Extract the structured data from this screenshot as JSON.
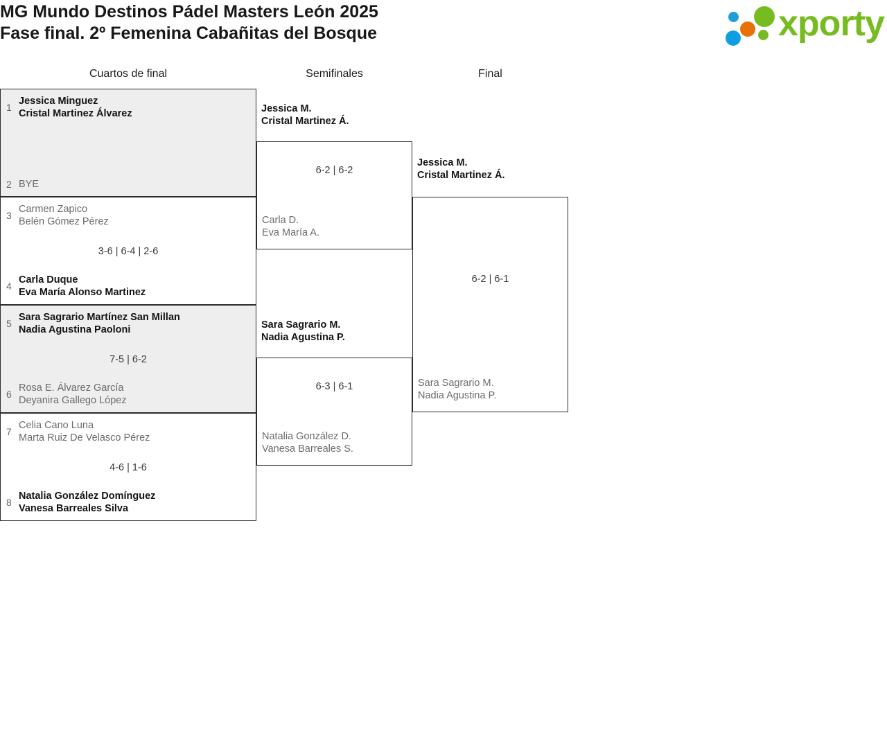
{
  "header": {
    "title_line1": "MG Mundo Destinos Pádel Masters León 2025",
    "title_line2": "Fase final. 2º Femenina Cabañitas del Bosque",
    "brand": "xporty",
    "brand_colors": {
      "green": "#76bc21",
      "blue": "#0f9ee0",
      "orange": "#e8710a"
    }
  },
  "rounds": [
    {
      "label": "Cuartos de final"
    },
    {
      "label": "Semifinales"
    },
    {
      "label": "Final"
    }
  ],
  "quarterfinals": [
    {
      "shaded": true,
      "top": {
        "seed": "1",
        "name1": "Jessica Minguez",
        "name2": "Cristal Martinez Álvarez",
        "winner": true
      },
      "bottom": {
        "seed": "2",
        "name1": "BYE",
        "name2": "",
        "winner": false
      },
      "score": ""
    },
    {
      "shaded": false,
      "top": {
        "seed": "3",
        "name1": "Carmen Zapico",
        "name2": "Belén Gómez Pérez",
        "winner": false
      },
      "bottom": {
        "seed": "4",
        "name1": "Carla Duque",
        "name2": "Eva María Alonso Martinez",
        "winner": true
      },
      "score": "3-6 | 6-4 | 2-6"
    },
    {
      "shaded": true,
      "top": {
        "seed": "5",
        "name1": "Sara Sagrario Martínez San Millan",
        "name2": "Nadia Agustina Paoloni",
        "winner": true
      },
      "bottom": {
        "seed": "6",
        "name1": "Rosa E. Álvarez García",
        "name2": "Deyanira Gallego López",
        "winner": false
      },
      "score": "7-5 | 6-2"
    },
    {
      "shaded": false,
      "top": {
        "seed": "7",
        "name1": "Celia Cano Luna",
        "name2": "Marta Ruiz De Velasco Pérez",
        "winner": false
      },
      "bottom": {
        "seed": "8",
        "name1": "Natalia González Domínguez",
        "name2": "Vanesa Barreales Silva",
        "winner": true
      },
      "score": "4-6 | 1-6"
    }
  ],
  "semifinals": [
    {
      "top_label": {
        "name1": "Jessica M.",
        "name2": "Cristal Martinez Á.",
        "winner": true
      },
      "bottom_label": {
        "name1": "Carla D.",
        "name2": "Eva María A.",
        "winner": false
      },
      "score": "6-2 | 6-2"
    },
    {
      "top_label": {
        "name1": "Sara Sagrario M.",
        "name2": "Nadia Agustina P.",
        "winner": true
      },
      "bottom_label": {
        "name1": "Natalia González D.",
        "name2": "Vanesa Barreales S.",
        "winner": false
      },
      "score": "6-3 | 6-1"
    }
  ],
  "final": {
    "top_label": {
      "name1": "Jessica M.",
      "name2": "Cristal Martinez Á.",
      "winner": true
    },
    "bottom_label": {
      "name1": "Sara Sagrario M.",
      "name2": "Nadia Agustina P.",
      "winner": false
    },
    "score": "6-2 | 6-1"
  }
}
